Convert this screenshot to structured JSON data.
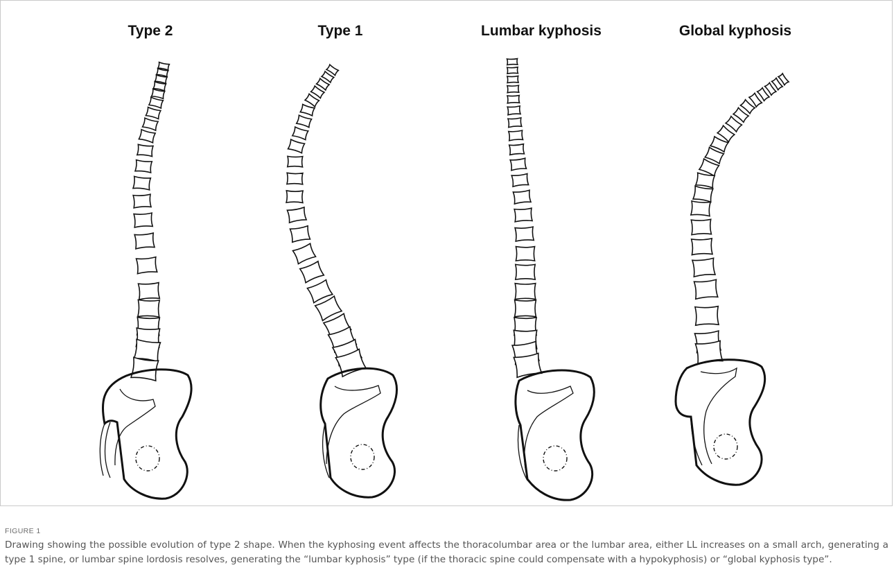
{
  "figure": {
    "panels": [
      {
        "id": "type2",
        "title": "Type 2"
      },
      {
        "id": "type1",
        "title": "Type 1"
      },
      {
        "id": "lumbar",
        "title": "Lumbar kyphosis"
      },
      {
        "id": "global",
        "title": "Global kyphosis"
      }
    ],
    "label": "FIGURE 1",
    "caption": "Drawing showing the possible evolution of type 2 shape. When the kyphosing event affects the thoracolumbar area or the lumbar area, either LL increases on a small arch, generating a type 1 spine, or lumbar spine lordosis resolves, generating the “lumbar kyphosis” type (if the thoracic spine could compensate with a hypokyphosis) or “global kyphosis type”."
  }
}
